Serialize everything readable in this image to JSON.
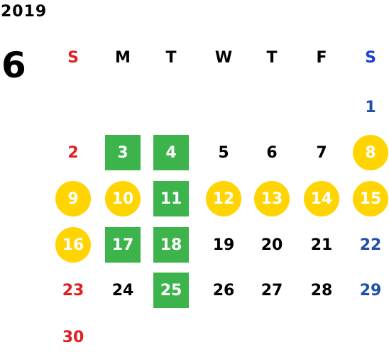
{
  "header": {
    "year": "2019",
    "month": "6"
  },
  "weekdays": [
    "S",
    "M",
    "T",
    "W",
    "T",
    "F",
    "S"
  ],
  "weeks": [
    [
      {
        "d": ""
      },
      {
        "d": ""
      },
      {
        "d": ""
      },
      {
        "d": ""
      },
      {
        "d": ""
      },
      {
        "d": ""
      },
      {
        "d": "1"
      }
    ],
    [
      {
        "d": "2"
      },
      {
        "d": "3",
        "mark": "green"
      },
      {
        "d": "4",
        "mark": "green"
      },
      {
        "d": "5"
      },
      {
        "d": "6"
      },
      {
        "d": "7"
      },
      {
        "d": "8",
        "mark": "yellow"
      }
    ],
    [
      {
        "d": "9",
        "mark": "yellow"
      },
      {
        "d": "10",
        "mark": "yellow"
      },
      {
        "d": "11",
        "mark": "green"
      },
      {
        "d": "12",
        "mark": "yellow"
      },
      {
        "d": "13",
        "mark": "yellow"
      },
      {
        "d": "14",
        "mark": "yellow"
      },
      {
        "d": "15",
        "mark": "yellow"
      }
    ],
    [
      {
        "d": "16",
        "mark": "yellow"
      },
      {
        "d": "17",
        "mark": "green"
      },
      {
        "d": "18",
        "mark": "green"
      },
      {
        "d": "19"
      },
      {
        "d": "20"
      },
      {
        "d": "21"
      },
      {
        "d": "22"
      }
    ],
    [
      {
        "d": "23"
      },
      {
        "d": "24"
      },
      {
        "d": "25",
        "mark": "green"
      },
      {
        "d": "26"
      },
      {
        "d": "27"
      },
      {
        "d": "28"
      },
      {
        "d": "29"
      }
    ],
    [
      {
        "d": "30"
      },
      {
        "d": ""
      },
      {
        "d": ""
      },
      {
        "d": ""
      },
      {
        "d": ""
      },
      {
        "d": ""
      },
      {
        "d": ""
      }
    ]
  ],
  "colors": {
    "sunday": "#e02020",
    "saturday": "#1f4fa8",
    "saturday_header": "#1a3fd6",
    "green_mark": "#3cb44b",
    "yellow_mark": "#ffd400"
  }
}
